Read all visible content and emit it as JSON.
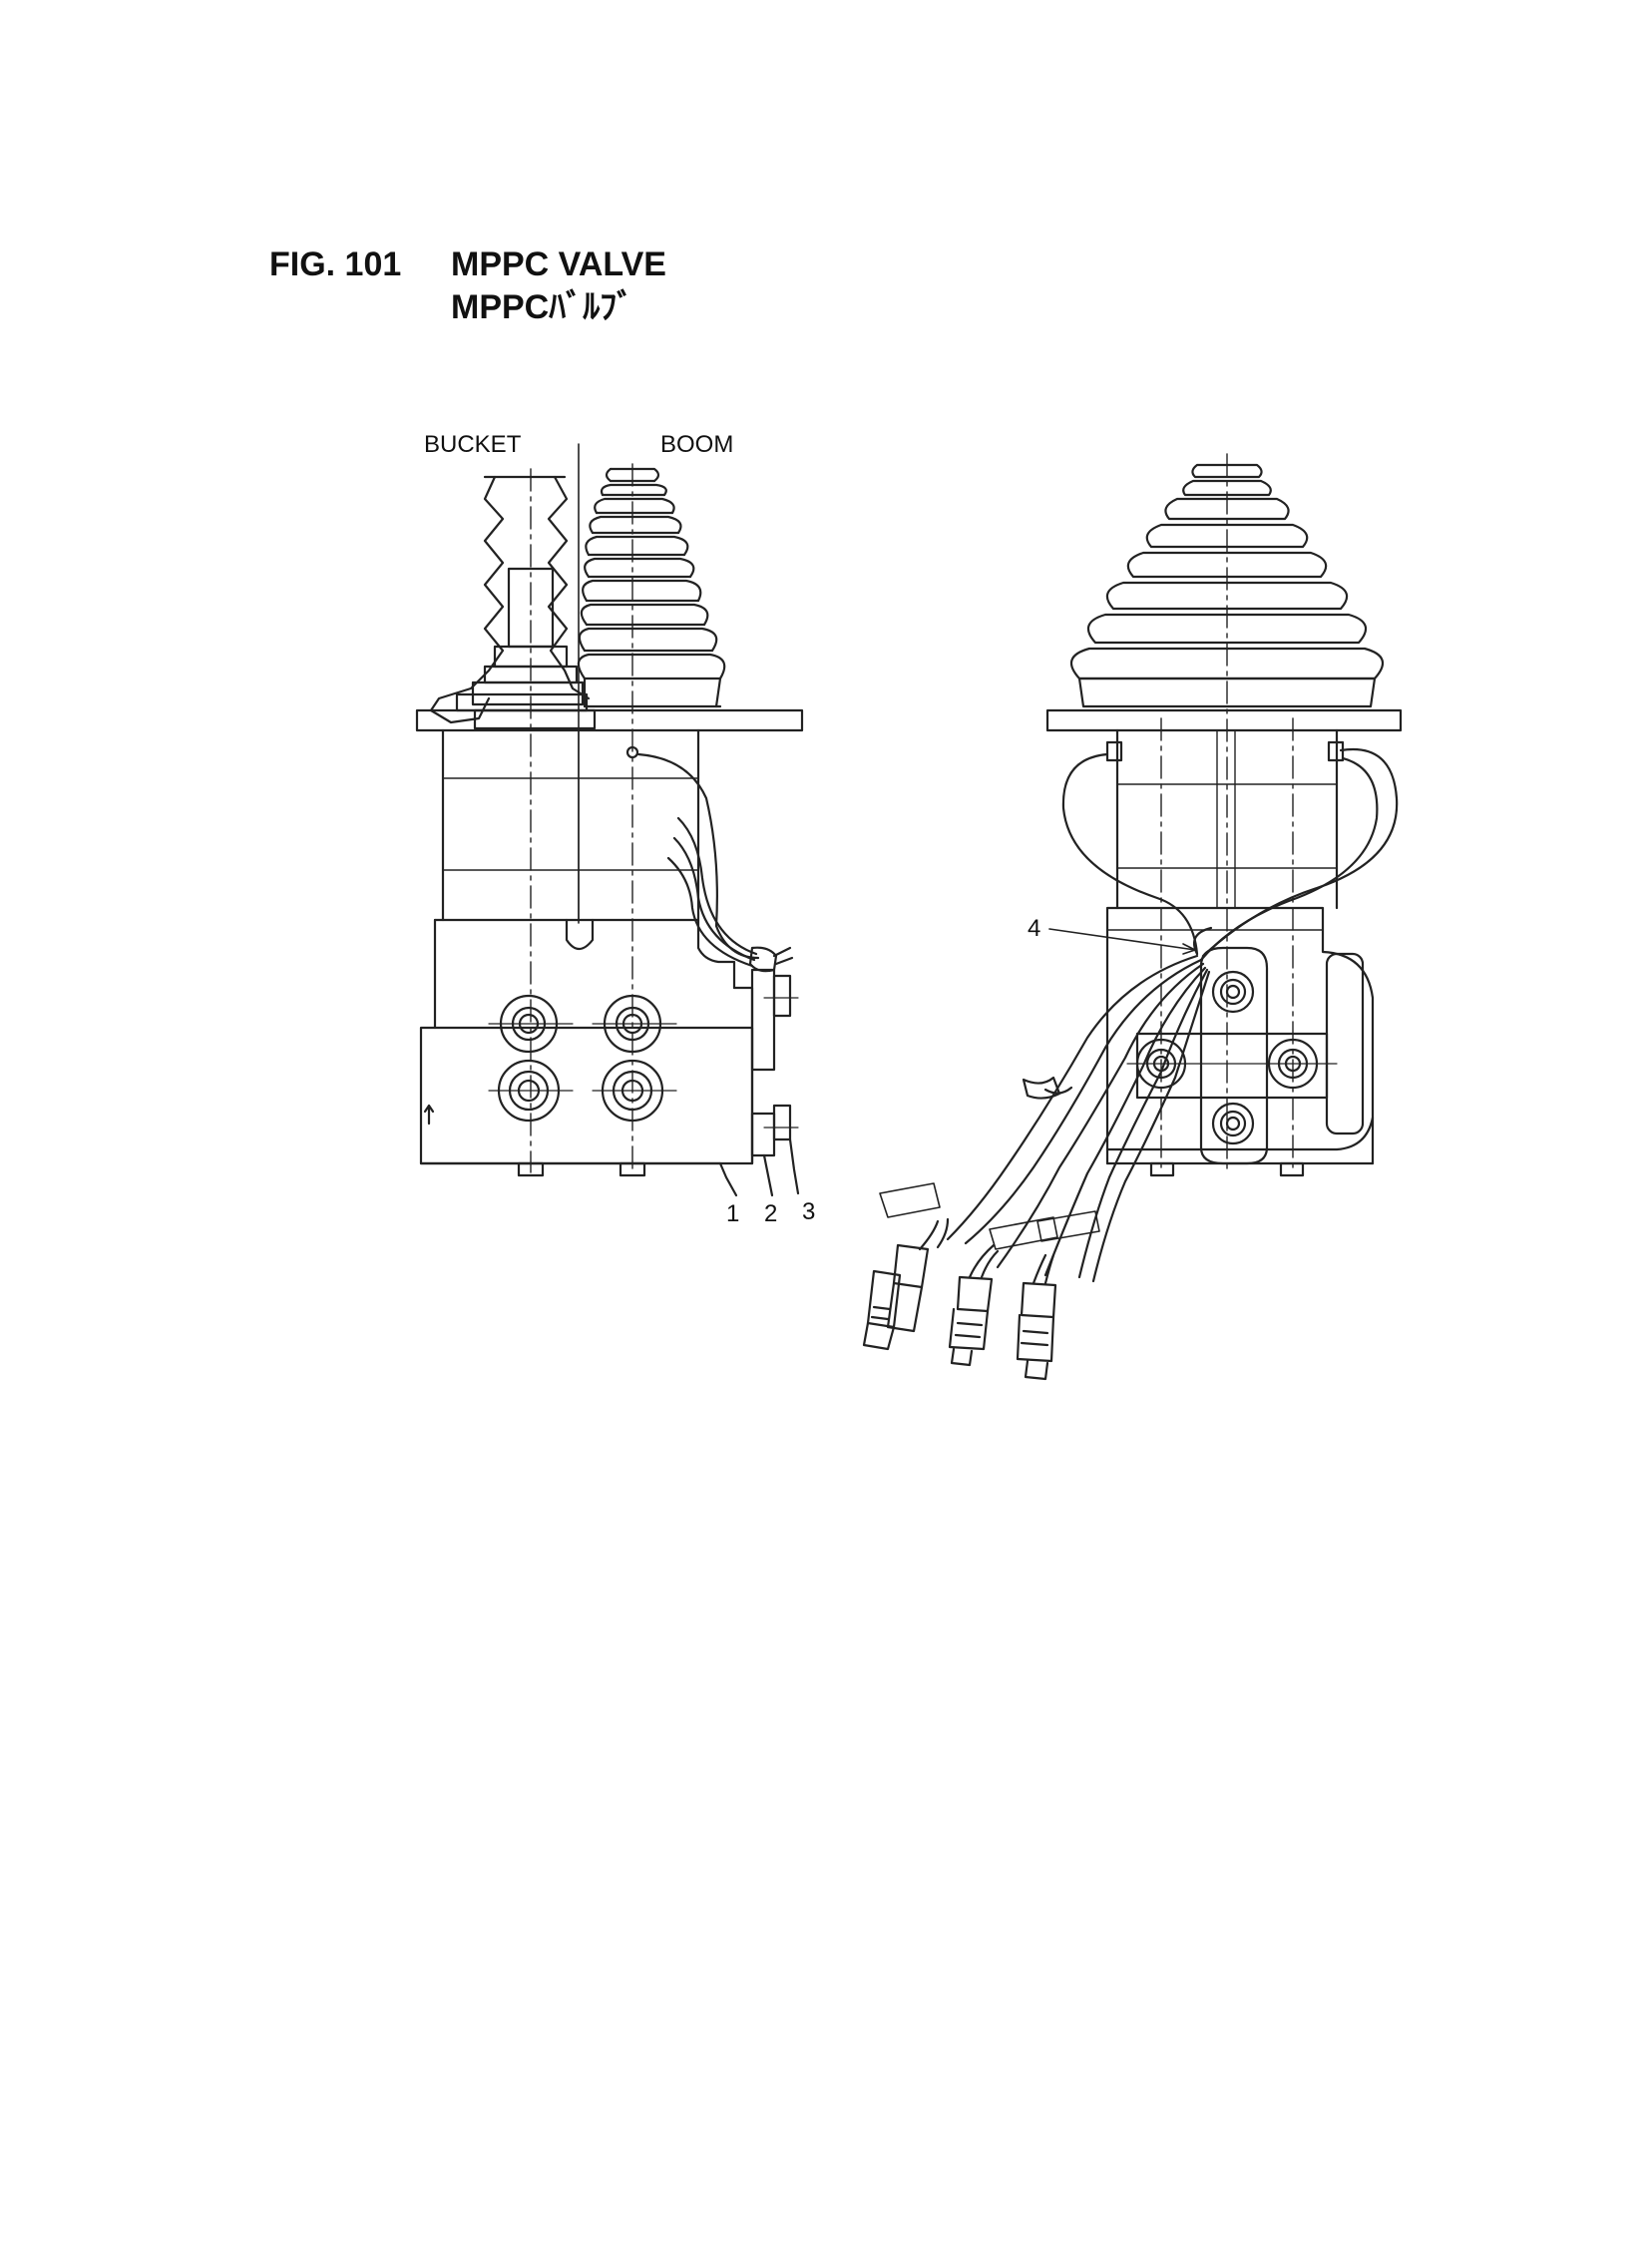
{
  "figure": {
    "number": "FIG. 101",
    "title": "MPPC VALVE",
    "subtitle": "MPPCﾊﾞﾙﾌﾞ"
  },
  "views": {
    "left": {
      "label_left": "BUCKET",
      "label_right": "BOOM",
      "callouts": [
        "1",
        "2",
        "3"
      ]
    },
    "right": {
      "callouts": [
        "4"
      ]
    }
  }
}
